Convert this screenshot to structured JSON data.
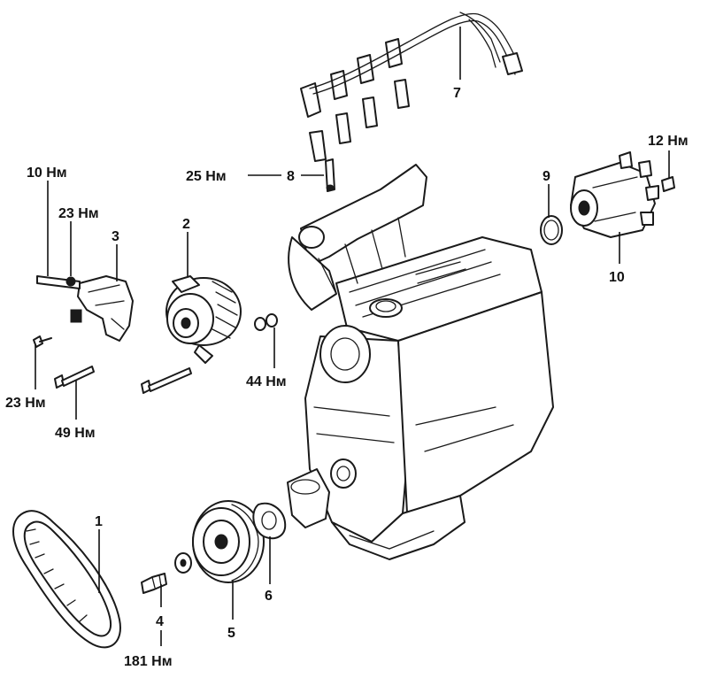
{
  "labels": {
    "l1": "1",
    "l2": "2",
    "l3": "3",
    "l4": "4",
    "l5": "5",
    "l6": "6",
    "l7": "7",
    "l8": "8",
    "l9": "9",
    "l10": "10",
    "t_10nm": "10 Нм",
    "t_23nm_top": "23 Нм",
    "t_23nm_bottom": "23 Нм",
    "t_49nm": "49 Нм",
    "t_25nm": "25 Нм",
    "t_44nm": "44 Нм",
    "t_12nm": "12 Нм",
    "t_181nm": "181 Нм"
  }
}
